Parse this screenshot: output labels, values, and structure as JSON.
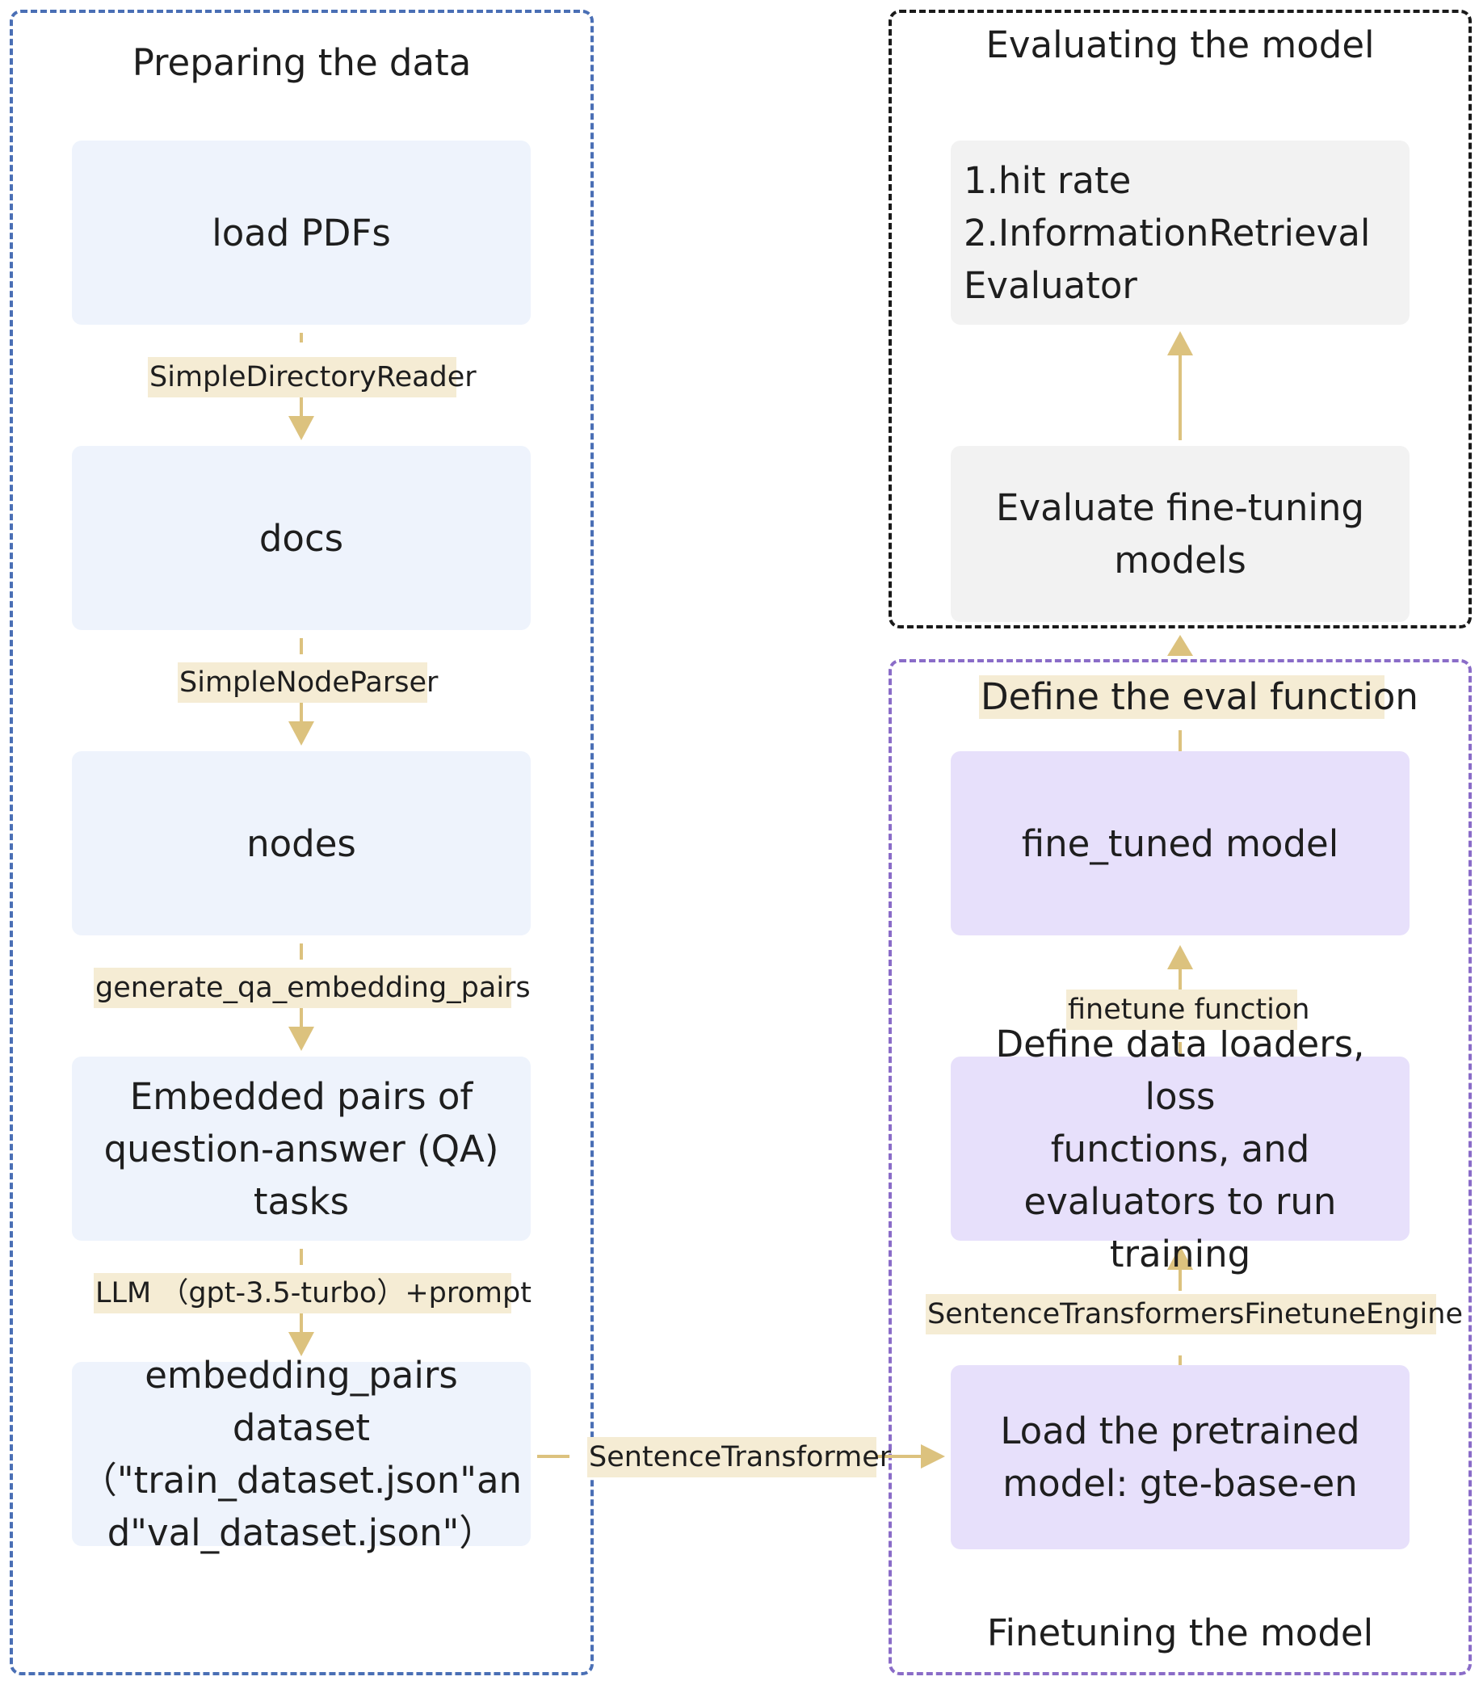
{
  "groups": {
    "prep": {
      "title": "Preparing the data"
    },
    "eval": {
      "title": "Evaluating the model"
    },
    "fine": {
      "title": "Finetuning the model"
    }
  },
  "nodes": {
    "load_pdfs": "load  PDFs",
    "docs": "docs",
    "nodes": "nodes",
    "qa_pairs": "Embedded pairs of\nquestion-answer (QA)\ntasks",
    "dataset": "embedding_pairs dataset\n（\"train_dataset.json\"an\nd\"val_dataset.json\"）",
    "pretrained": "Load the pretrained\nmodel: gte-base-en",
    "loaders": "Define data loaders, loss\nfunctions, and\nevaluators to run training",
    "fine_tuned": "fine_tuned model",
    "evaluate": "Evaluate fine-tuning\nmodels",
    "metrics": "1.hit rate\n2.InformationRetrieval\nEvaluator"
  },
  "edges": {
    "reader": "SimpleDirectoryReader",
    "parser": "SimpleNodeParser",
    "generate": "generate_qa_embedding_pairs",
    "llm": "LLM （gpt-3.5-turbo）+prompt",
    "sentence_transformer": "SentenceTransformer",
    "engine": "SentenceTransformersFinetuneEngine",
    "finetune": "finetune function",
    "eval_fn": "Define the eval function"
  },
  "colors": {
    "arrow": "#dcc27e",
    "label_bg": "#f5ecd4",
    "prep_border": "#4a6fb5",
    "eval_border": "#1a1a1a",
    "fine_border": "#8a6cc8",
    "blue_box": "#eef3fc",
    "grey_box": "#f2f2f2",
    "purple_box": "#e7e0fb"
  }
}
